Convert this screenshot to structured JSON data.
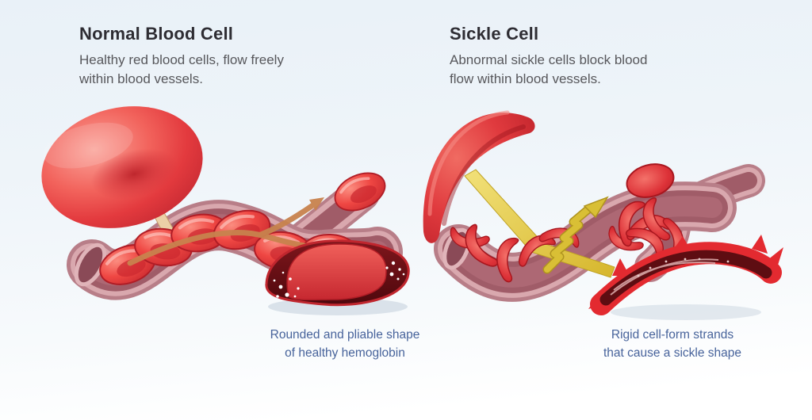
{
  "page": {
    "type": "medical infographic",
    "background_top": "#e9f1f8",
    "background_bottom": "#ffffff"
  },
  "panels": [
    {
      "id": "normal",
      "title": "Normal Blood Cell",
      "description_lines": [
        "Healthy red blood cells, flow freely",
        "within blood vessels."
      ],
      "caption_lines": [
        "Rounded and pliable shape",
        "of healthy hemoglobin"
      ],
      "illustration_parts": [
        "large-biconcave-red-blood-cell",
        "open-blood-vessel-with-flowing-cells",
        "smooth-flow-arrows",
        "cut-open-cell-with-hemoglobin-dots"
      ]
    },
    {
      "id": "sickle",
      "title": "Sickle Cell",
      "description_lines": [
        "Abnormal sickle cells block blood",
        "flow within blood vessels."
      ],
      "caption_lines": [
        "Rigid cell-form strands",
        "that cause a sickle shape"
      ],
      "illustration_parts": [
        "large-sickle-crescent-cell",
        "yellow-rigid-strand",
        "blocked-blood-vessel-with-sickle-cells",
        "jagged-obstructed-flow-arrow",
        "sickle-cell-with-fiber-strands"
      ]
    }
  ],
  "colors": {
    "title_text": "#2e2d33",
    "description_text": "#57575b",
    "caption_text": "#47639b",
    "cell_red": "#e33a3e",
    "vessel_wall_pink": "#d9a8ae",
    "vessel_lumen": "#a05c68",
    "flow_arrow_tan": "#c8834e",
    "strand_yellow": "#e5cb43",
    "cell_interior_dark": "#5e0d12"
  }
}
